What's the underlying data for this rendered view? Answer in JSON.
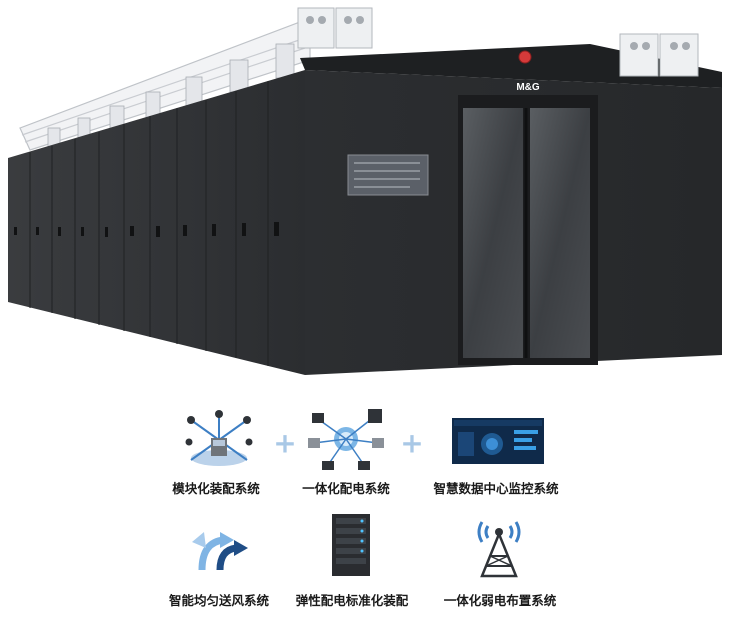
{
  "product": {
    "brand_logo": "M&G"
  },
  "features_row1": [
    {
      "label": "模块化装配系统",
      "icon": "modular-assembly-icon"
    },
    {
      "label": "一体化配电系统",
      "icon": "integrated-power-distribution-icon"
    },
    {
      "label": "智慧数据中心监控系统",
      "icon": "smart-monitoring-dashboard-icon"
    }
  ],
  "features_row2": [
    {
      "label": "智能均匀送风系统",
      "icon": "airflow-arrows-icon"
    },
    {
      "label": "弹性配电标准化装配",
      "icon": "server-rack-icon"
    },
    {
      "label": "一体化弱电布置系统",
      "icon": "signal-tower-icon"
    }
  ],
  "plus_symbol": "+",
  "colors": {
    "cabinet": "#2e3033",
    "cabinet_dark": "#232527",
    "rail": "#d8dade",
    "accent_blue": "#3d7fc4",
    "plus": "#a9c8e6",
    "emergency_button": "#d63a3a"
  }
}
